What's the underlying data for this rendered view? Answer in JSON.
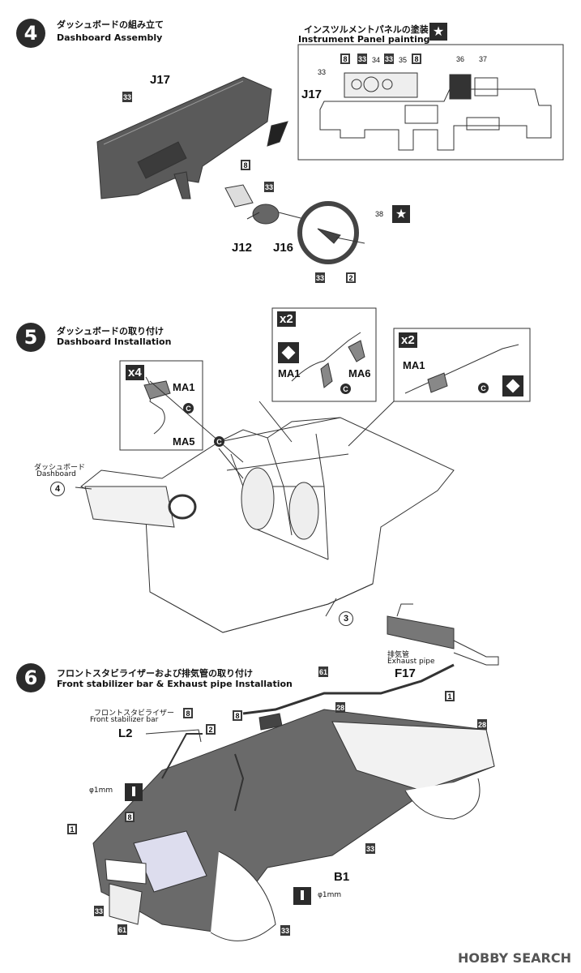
{
  "steps": {
    "step4": {
      "number": "4",
      "title_jp": "ダッシュボードの組み立て",
      "title_en": "Dashboard Assembly",
      "panel_jp": "インスツルメントパネルの塗装",
      "panel_en": "Instrument Panel painting",
      "parts": {
        "j17": "J17",
        "j17_panel": "J17",
        "j12": "J12",
        "j16": "J16"
      },
      "chips": {
        "dash": "33",
        "knob8": "8",
        "knob33": "33",
        "wheel33": "33",
        "wheel2": "2",
        "decal38": "38",
        "p8a": "8",
        "p33a": "33",
        "p34": "34",
        "p33b": "33",
        "p35": "35",
        "p8b": "8",
        "p36": "36",
        "p37": "37",
        "p33c": "33"
      }
    },
    "step5": {
      "number": "5",
      "title_jp": "ダッシュボードの取り付け",
      "title_en": "Dashboard Installation",
      "dash_label_jp": "ダッシュボード",
      "dash_label_en": "Dashboard",
      "dash_ref": "4",
      "chassis_ref": "3",
      "c_mark": "C",
      "belt_a": {
        "mult": "x4",
        "p1": "MA1",
        "p2": "MA5"
      },
      "belt_b": {
        "mult": "x2",
        "p1": "MA1",
        "p2": "MA6"
      },
      "belt_c": {
        "mult": "x2",
        "p1": "MA1"
      }
    },
    "step6": {
      "number": "6",
      "title_jp": "フロントスタビライザーおよび排気管の取り付け",
      "title_en": "Front stabilizer bar & Exhaust pipe Installation",
      "stab_jp": "フロントスタビライザー",
      "stab_en": "Front stabilizer bar",
      "exhaust_jp": "排気管",
      "exhaust_en": "Exhaust pipe",
      "parts": {
        "l2": "L2",
        "f17": "F17",
        "b1": "B1"
      },
      "drill_label_a": "φ1mm",
      "drill_label_b": "φ1mm",
      "chips": {
        "c61a": "61",
        "c1a": "1",
        "c28a": "28",
        "c28b": "28",
        "c8a": "8",
        "c2": "2",
        "c8b": "8",
        "c8c": "8",
        "c1b": "1",
        "c33a": "33",
        "c33b": "33",
        "c61b": "61",
        "c33c": "33"
      }
    }
  },
  "footer": {
    "watermark": "HOBBY SEARCH"
  }
}
